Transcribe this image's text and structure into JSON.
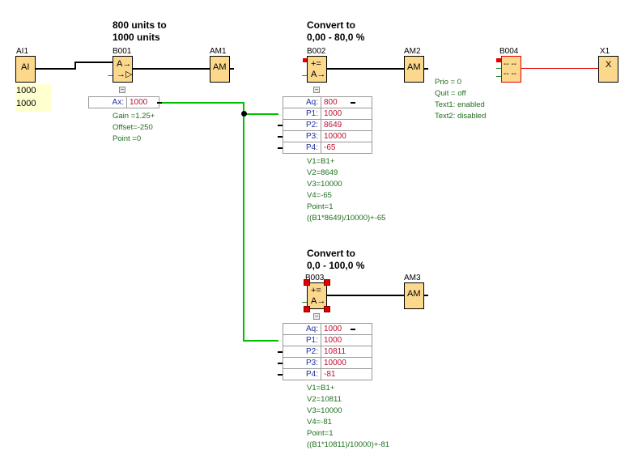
{
  "blocks": {
    "ai1": {
      "name": "AI1",
      "glyph": "AI",
      "values": [
        "1000",
        "1000"
      ]
    },
    "b001": {
      "name": "B001",
      "glyph_top": "A→",
      "glyph_bottom": "→▷",
      "comment": [
        "800 units to",
        "1000 units"
      ],
      "param": {
        "key": "Ax:",
        "value": "1000"
      },
      "info": [
        "Gain =1.25+",
        "Offset=-250",
        "Point =0"
      ]
    },
    "am1": {
      "name": "AM1",
      "glyph": "AM"
    },
    "b002": {
      "name": "B002",
      "glyph_top": "+=",
      "glyph_bottom": "A→",
      "comment": [
        "Convert to",
        "0,00 - 80,0 %"
      ],
      "params": [
        {
          "key": "Aq:",
          "value": "800"
        },
        {
          "key": "P1:",
          "value": "1000"
        },
        {
          "key": "P2:",
          "value": "8649"
        },
        {
          "key": "P3:",
          "value": "10000"
        },
        {
          "key": "P4:",
          "value": "-65"
        }
      ],
      "info": [
        "V1=B1+",
        "V2=8649",
        "V3=10000",
        "V4=-65",
        "Point=1",
        "((B1*8649)/10000)+-65"
      ]
    },
    "am2": {
      "name": "AM2",
      "glyph": "AM"
    },
    "b004": {
      "name": "B004",
      "glyph_top": "-- --",
      "glyph_bottom": "-- --",
      "info": [
        "Prio = 0",
        "Quit = off",
        "Text1: enabled",
        "Text2: disabled"
      ]
    },
    "x1": {
      "name": "X1",
      "glyph": "X"
    },
    "b003": {
      "name": "B003",
      "glyph_top": "+=",
      "glyph_bottom": "A→",
      "comment": [
        "Convert to",
        "0,0 - 100,0 %"
      ],
      "params": [
        {
          "key": "Aq:",
          "value": "1000"
        },
        {
          "key": "P1:",
          "value": "1000"
        },
        {
          "key": "P2:",
          "value": "10811"
        },
        {
          "key": "P3:",
          "value": "10000"
        },
        {
          "key": "P4:",
          "value": "-81"
        }
      ],
      "info": [
        "V1=B1+",
        "V2=10811",
        "V3=10000",
        "V4=-81",
        "Point=1",
        "((B1*10811)/10000)+-81"
      ]
    },
    "am3": {
      "name": "AM3",
      "glyph": "AM"
    }
  },
  "colors": {
    "block_fill": "#fcd88c",
    "active_wire": "#00c000",
    "message_wire": "#e00000",
    "param_key": "#2030a0",
    "param_value": "#c01030",
    "info_text": "#1e6e1e",
    "selection_handle": "#e00000"
  }
}
